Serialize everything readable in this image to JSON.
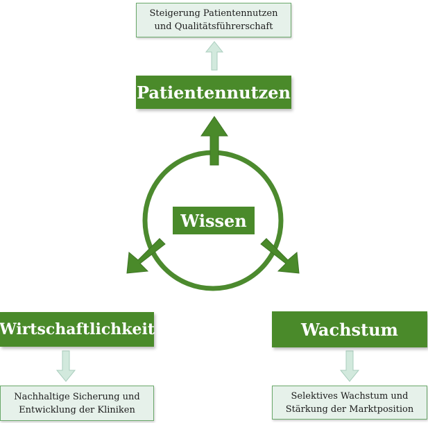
{
  "colors": {
    "main_green": "#4a8a2a",
    "circle_green": "#4c8a2e",
    "light_arrow": "#d2e9dd",
    "light_arrow_stroke": "#a9cdbd",
    "note_bg": "#e6f1ea",
    "note_border": "#6aa86a"
  },
  "center": {
    "label": "Wissen"
  },
  "top": {
    "label": "Patientennutzen",
    "note": {
      "line1": "Steigerung Patientennutzen",
      "line2": "und Qualitätsführerschaft"
    }
  },
  "left": {
    "label": "Wirtschaftlichkeit",
    "note": {
      "line1": "Nachhaltige Sicherung und",
      "line2": "Entwicklung der Kliniken"
    }
  },
  "right": {
    "label": "Wachstum",
    "note": {
      "line1": "Selektives Wachstum und",
      "line2": "Stärkung der Marktposition"
    }
  }
}
